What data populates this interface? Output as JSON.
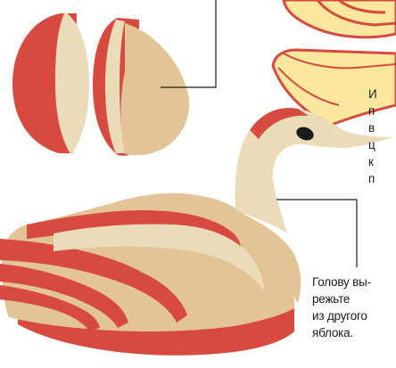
{
  "captions": {
    "right_fragment": [
      "И",
      "п",
      "в",
      "ц",
      "к",
      "п"
    ],
    "head_note": [
      "Голову вы-",
      "режьте",
      "из другого",
      "яблока."
    ]
  },
  "colors": {
    "skin_red": "#d64a3f",
    "flesh_cream": "#eadcb8",
    "flesh_tan": "#e2c497",
    "slice_yellow": "#fbe89e",
    "leader_line": "#1a1a1a",
    "eye": "#1a1a1a"
  }
}
